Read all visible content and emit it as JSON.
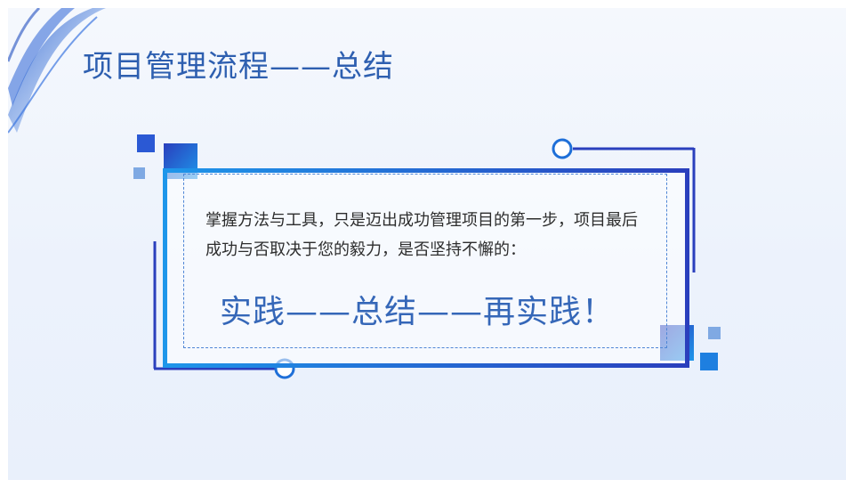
{
  "slide": {
    "title": "项目管理流程——总结",
    "body": "掌握方法与工具，只是迈出成功管理项目的第一步，项目最后成功与否取决于您的毅力，是否坚持不懈的：",
    "slogan": "实践——总结——再实践！"
  },
  "colors": {
    "title": "#2e5fb0",
    "frame_start": "#1e96ea",
    "frame_end": "#2a3fbd",
    "dashed_border": "#4f86d6",
    "slogan": "#3567b8",
    "body_text": "#2d2d2d"
  }
}
